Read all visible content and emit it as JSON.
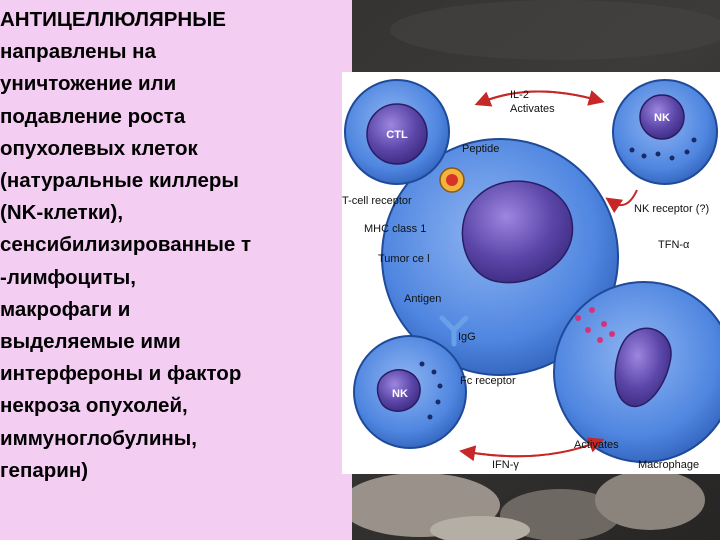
{
  "slide": {
    "lines": [
      "АНТИЦЕЛЛЮЛЯРНЫЕ",
      "направлены на",
      "уничтожение  или",
      "подавление роста",
      "опухолевых клеток",
      "(натуральные киллеры",
      "(NK-клетки),",
      "сенсибилизированные т",
      "-лимфоциты,",
      "макрофаги и",
      "выделяемые ими",
      "интерфероны и фактор",
      "некроза опухолей,",
      "иммуноглобулины,",
      "гепарин)"
    ]
  },
  "diagram": {
    "cells": {
      "ctl": "CTL",
      "nk_top": "NK",
      "nk_bottom": "NK"
    },
    "labels": {
      "il2": "IL-2",
      "activates_top": "Activates",
      "peptide": "Peptide",
      "tcell_receptor": "T-cell receptor",
      "mhc": "MHC class 1",
      "tumor_cell": "Tumor ce l",
      "antigen": "Antigen",
      "igg": "IgG",
      "fc_receptor": "Fc receptor",
      "nk_receptor": "NK receptor (?)",
      "tnf": "TFN-α",
      "activates_bottom": "Activates",
      "ifn": "IFN-γ",
      "macrophage": "Macrophage"
    },
    "colors": {
      "cell_blue": "#4f86e0",
      "nucleus_purple": "#5b46a8",
      "arrow_red": "#c62828"
    }
  }
}
